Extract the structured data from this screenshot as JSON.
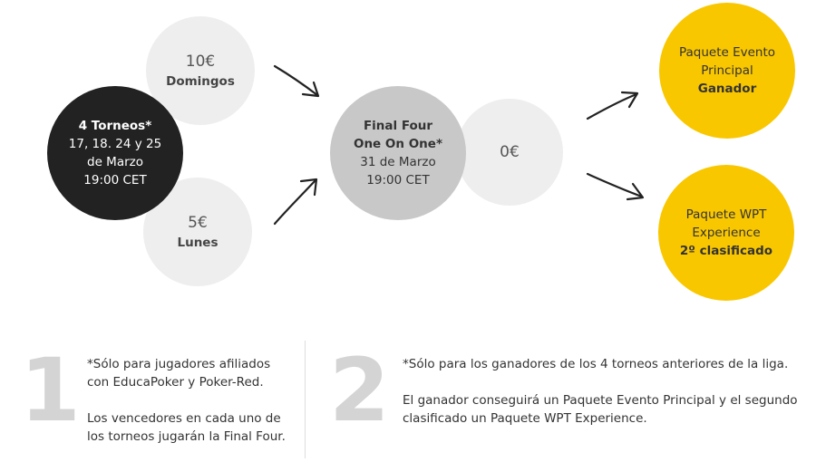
{
  "left": {
    "domingos": {
      "price": "10€",
      "label": "Domingos"
    },
    "lunes": {
      "price": "5€",
      "label": "Lunes"
    },
    "main": {
      "title": "4 Torneos*",
      "line1": "17, 18. 24 y 25",
      "line2": "de Marzo",
      "line3": "19:00 CET"
    }
  },
  "center": {
    "final": {
      "title1": "Final Four",
      "title2": "One On One*",
      "line1": "31 de Marzo",
      "line2": "19:00 CET"
    },
    "price": "0€"
  },
  "right": {
    "first": {
      "line1": "Paquete Evento",
      "line2": "Principal",
      "bold": "Ganador"
    },
    "second": {
      "line1": "Paquete WPT",
      "line2": "Experience",
      "bold": "2º clasificado"
    }
  },
  "colors": {
    "yellow": "#f9c700",
    "dark": "#222222",
    "mid": "#c8c8c8",
    "light": "#eeeeee"
  },
  "notes": {
    "one": {
      "number": "1",
      "p1": "*Sólo para jugadores afiliados con EducaPoker y Poker-Red.",
      "p2": "Los vencedores en cada uno de los torneos jugarán la Final Four."
    },
    "two": {
      "number": "2",
      "p1": "*Sólo para los ganadores de los 4 torneos anteriores de la liga.",
      "p2": "El ganador conseguirá un Paquete Evento Principal y el segundo clasificado un Paquete WPT Experience."
    }
  }
}
